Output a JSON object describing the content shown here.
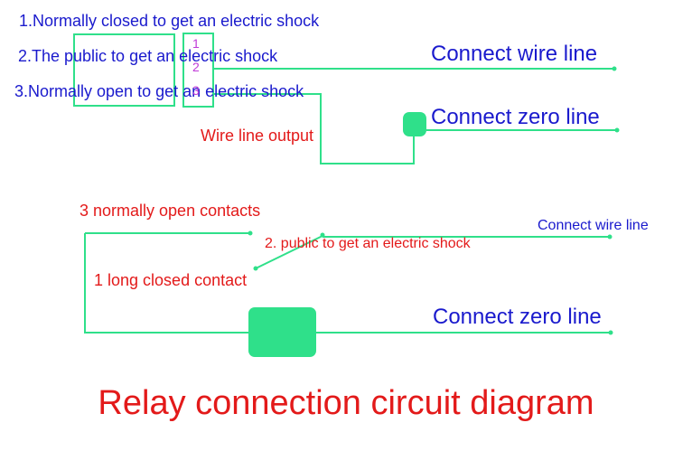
{
  "colors": {
    "wire": "#2fe08a",
    "component": "#2fe08a",
    "blue_text": "#1a1acd",
    "red_text": "#e31a1a",
    "pin_text": "#c03ad8",
    "background": "#ffffff"
  },
  "top": {
    "legend": [
      "1.Normally closed to get an electric shock",
      "2.The public to get an electric shock",
      "3.Normally open to get an electric shock"
    ],
    "pins": [
      "1",
      "2",
      "3"
    ],
    "connect_wire": "Connect wire line",
    "connect_zero": "Connect  zero line",
    "wire_output": "Wire line output"
  },
  "bottom": {
    "normally_open": "3 normally open contacts",
    "public": "2. public to get an electric shock",
    "long_closed": "1 long closed contact",
    "connect_wire": "Connect wire line",
    "connect_zero": "Connect zero line"
  },
  "title": "Relay connection circuit diagram"
}
